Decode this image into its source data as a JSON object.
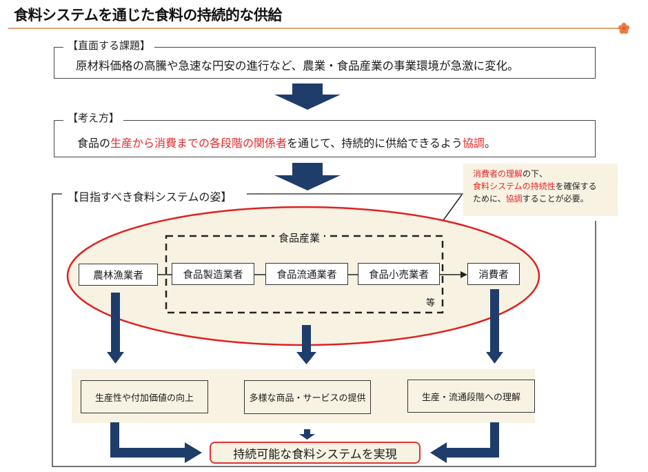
{
  "title": "食料システムを通じた食料の持続的な供給",
  "colors": {
    "accent_line": "#e8a070",
    "arrow": "#1f3d6b",
    "highlight_red": "#e8262a",
    "cream": "#f7f2e2"
  },
  "section1": {
    "label": "【直面する課題】",
    "text": "原材料価格の高騰や急速な円安の進行など、農業・食品産業の事業環境が急激に変化。"
  },
  "section2": {
    "label": "【考え方】",
    "text_parts": [
      "食品の",
      "生産から消費までの各段階の関係者",
      "を通じて、持続的に供給できるよう",
      "協調",
      "。"
    ]
  },
  "callout": {
    "line1": [
      "消費者の理解",
      "の下、"
    ],
    "line2": [
      "食料システムの持続性",
      "を確保する"
    ],
    "line3": [
      "ために、",
      "協調",
      "することが必要。"
    ]
  },
  "section3": {
    "label": "【目指すべき食料システムの姿】",
    "food_industry_label": "食品産業",
    "etc_label": "等",
    "nodes": [
      "農林漁業者",
      "食品製造業者",
      "食品流通業者",
      "食品小売業者",
      "消費者"
    ],
    "outcomes": [
      "生産性や付加価値の向上",
      "多様な商品・サービスの提供",
      "生産・流通段階への理解"
    ],
    "goal": "持続可能な食料システムを実現"
  }
}
